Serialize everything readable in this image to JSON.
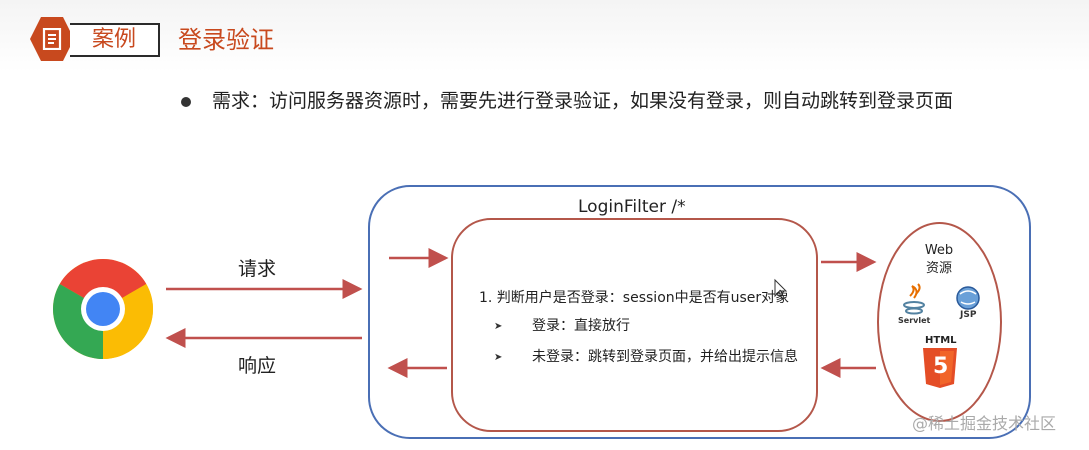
{
  "header": {
    "badge_label": "案例",
    "title": "登录验证",
    "badge_icon": "document-icon"
  },
  "bullet": {
    "text": "需求：访问服务器资源时，需要先进行登录验证，如果没有登录，则自动跳转到登录页面"
  },
  "diagram": {
    "request_label": "请求",
    "response_label": "响应",
    "filter_title": "LoginFilter  /*",
    "step1": "1. 判断用户是否登录：session中是否有user对象",
    "step1a": "登录：直接放行",
    "step1b": "未登录：跳转到登录页面，并给出提示信息",
    "resource_label_line1": "Web",
    "resource_label_line2": "资源",
    "servlet_label": "Servlet",
    "jsp_label": "JSP",
    "html_label": "HTML",
    "html_number": "5",
    "browser_icon": "chrome-icon",
    "arrow_color": "#c0504d",
    "outer_border_color": "#4a6fb5",
    "inner_border_color": "#b4574a"
  },
  "watermark": "@稀土掘金技术社区"
}
